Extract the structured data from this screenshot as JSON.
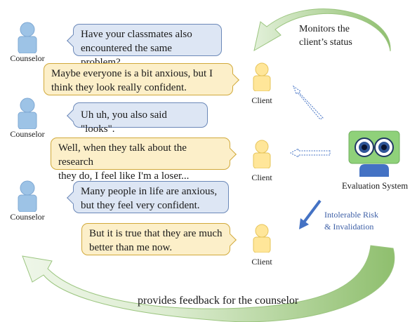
{
  "labels": {
    "counselor": "Counselor",
    "client": "Client",
    "evaluation_system": "Evaluation System",
    "monitor_line1": "Monitors the",
    "monitor_line2": "client’s status",
    "risk_line1": "Intolerable Risk",
    "risk_line2": "& Invalidation",
    "feedback": "provides feedback for the counselor"
  },
  "dialogue": [
    {
      "role": "counselor",
      "line1": "Have your classmates also",
      "line2": "encountered the same problem?"
    },
    {
      "role": "client",
      "line1": "Maybe everyone is a bit anxious, but I",
      "line2": "think they look really confident."
    },
    {
      "role": "counselor",
      "line1": "Uh uh, you also said \"looks\".",
      "line2": ""
    },
    {
      "role": "client",
      "line1": "Well, when they talk about the research",
      "line2": "they do, I feel like I'm a loser..."
    },
    {
      "role": "counselor",
      "line1": "Many people in life are anxious,",
      "line2": "but they feel very confident."
    },
    {
      "role": "client",
      "line1": "But it is true that they are much",
      "line2": "better than me now."
    }
  ],
  "colors": {
    "counselor_fill": "#9dc3e6",
    "client_fill": "#ffe699",
    "counselor_bubble": "#dde6f4",
    "client_bubble": "#fcefc9",
    "arrow_green": "#a9d18e",
    "robot_face": "#8fd17a",
    "robot_body": "#4472c4",
    "risk_arrow": "#4472c4"
  },
  "icons": [
    "counselor-icon",
    "client-icon",
    "robot-icon",
    "dashed-arrow-icon",
    "solid-arrow-icon",
    "curved-arrow-icon"
  ]
}
